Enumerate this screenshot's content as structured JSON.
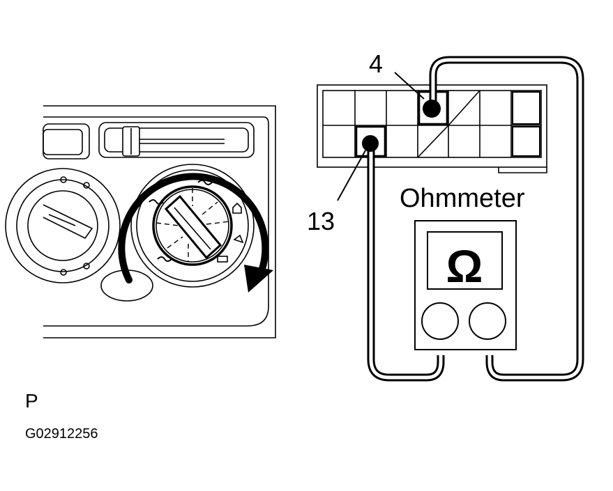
{
  "labels": {
    "pin_top": "4",
    "pin_bottom": "13",
    "meter_name": "Ohmmeter",
    "ohm_symbol": "Ω",
    "view_letter": "P",
    "figure_id": "G02912256"
  },
  "colors": {
    "ink": "#000000",
    "paper": "#ffffff"
  }
}
